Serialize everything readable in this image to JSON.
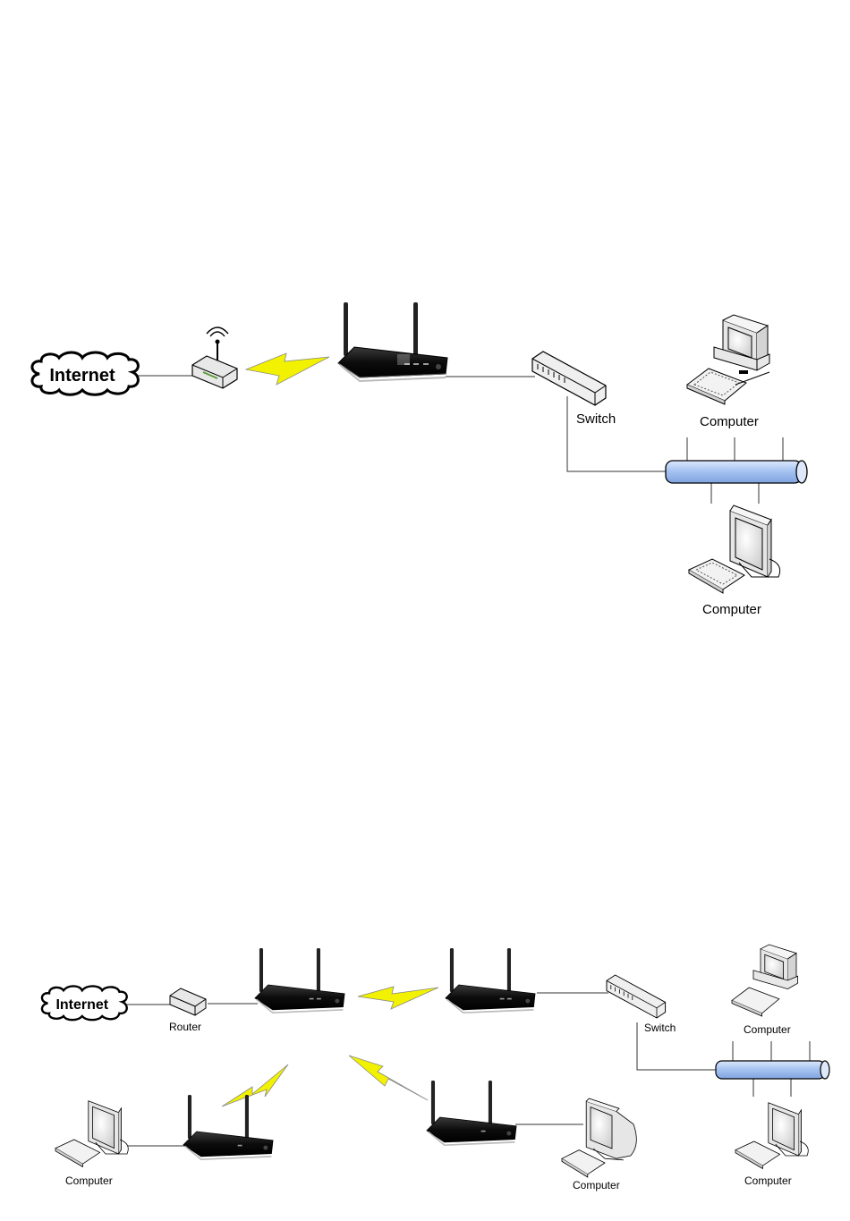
{
  "diagram_1": {
    "internet": "Internet",
    "switch": "Switch",
    "computer_top": "Computer",
    "computer_bottom": "Computer"
  },
  "diagram_2": {
    "internet": "Internet",
    "router": "Router",
    "switch": "Switch",
    "computer_right_top": "Computer",
    "computer_right_bottom": "Computer",
    "computer_left": "Computer",
    "computer_middle": "Computer"
  },
  "colors": {
    "bus_fill": "#a8c4f2",
    "lightning": "#f2f200",
    "device_body": "#111111"
  }
}
